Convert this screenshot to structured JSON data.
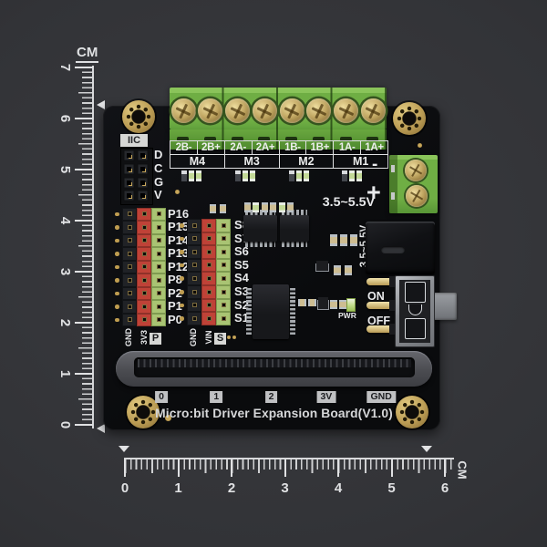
{
  "rulers": {
    "left": {
      "unit": "CM",
      "numbers": [
        "7",
        "6",
        "5",
        "4",
        "3",
        "2",
        "1",
        "0"
      ]
    },
    "bottom": {
      "unit": "CM",
      "numbers": [
        "0",
        "1",
        "2",
        "3",
        "4",
        "5",
        "6"
      ]
    }
  },
  "board": {
    "title": "Micro:bit Driver Expansion Board(V1.0)",
    "motor": {
      "terminal_labels": [
        "2B-",
        "2B+",
        "2A-",
        "2A+",
        "1B-",
        "1B+",
        "1A-",
        "1A+"
      ],
      "group_labels": [
        "M4",
        "M3",
        "M2",
        "M1"
      ]
    },
    "iic": {
      "label": "IIC",
      "pins": [
        "D",
        "C",
        "G",
        "V"
      ]
    },
    "p_block": {
      "rows": [
        "P16",
        "P15",
        "P14",
        "P13",
        "P12",
        "P8",
        "P2",
        "P1",
        "P0"
      ],
      "col_labels": [
        "GND",
        "3V3",
        "P"
      ]
    },
    "s_block": {
      "rows": [
        "S8",
        "S7",
        "S6",
        "S5",
        "S4",
        "S3",
        "S2",
        "S1"
      ],
      "col_labels": [
        "GND",
        "VIN",
        "S"
      ]
    },
    "power": {
      "minus": "-",
      "plus": "+",
      "voltage": "3.5~5.5V",
      "voltage_side": "3.5~5.5V",
      "on": "ON",
      "off": "OFF",
      "pwr": "PWR"
    },
    "edge_pads": [
      "0",
      "1",
      "2",
      "3V",
      "GND"
    ]
  },
  "colors": {
    "background": "#323337",
    "pcb": "#0b0c0e",
    "terminal_green": "#6fae44",
    "pin_red": "#bf4237",
    "pin_green": "#a9c473",
    "gold": "#c9a85c",
    "silkscreen": "#e3e4e6"
  }
}
